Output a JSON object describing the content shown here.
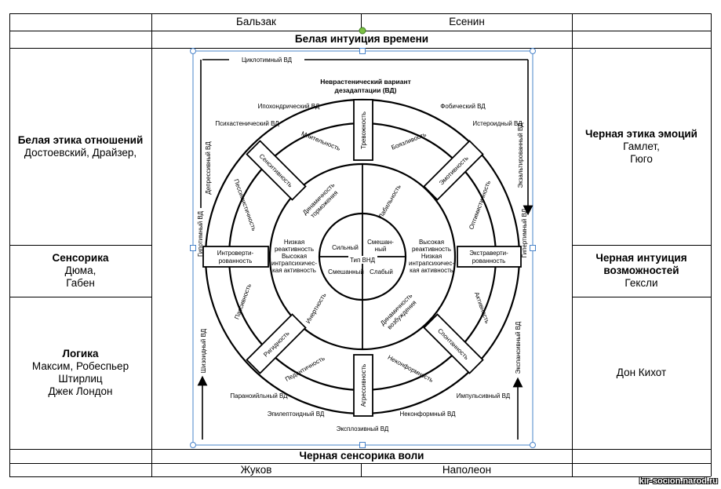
{
  "top": {
    "left_name": "Бальзак",
    "right_name": "Есенин",
    "function": "Белая интуиция времени"
  },
  "bottom": {
    "function": "Черная сенсорика воли",
    "left_name": "Жуков",
    "right_name": "Наполеон"
  },
  "left": {
    "ethics": {
      "title": "Белая этика отношений",
      "names": "Достоевский, Драйзер,"
    },
    "sensing": {
      "title": "Сенсорика",
      "names": [
        "Дюма,",
        "Габен"
      ]
    },
    "logic": {
      "title": "Логика",
      "names": [
        "Максим, Робеспьер",
        "Штирлиц",
        "Джек Лондон"
      ]
    }
  },
  "right": {
    "ethics": {
      "title": "Черная этика эмоций",
      "names": [
        "Гамлет,",
        "Гюго"
      ]
    },
    "intuition": {
      "title": [
        "Черная интуиция",
        "возможностей"
      ],
      "names": "Гексли"
    },
    "other": {
      "names": "Дон Кихот"
    }
  },
  "diagram": {
    "top_title": [
      "Неврастенический вариант",
      "дезадаптации (ВД)"
    ],
    "outer_labels": {
      "cyclothymic": "Циклотимный ВД",
      "depressive": "Депрессивный ВД",
      "hypothymic": "Гипотимный ВД",
      "schizoid": "Шизоидный ВД",
      "exaltive": "Экзальтированный ВД",
      "hyperthymic": "Гипертимный ВД",
      "expansive": "Экспансивный ВД",
      "hypochondriac": "Ипохондрический ВД",
      "psychasthenic": "Психастенический ВД",
      "phobic": "Фобический ВД",
      "hysteroid": "Истероидный ВД",
      "paranoid": "Параноийльный ВД",
      "epileptoid": "Эпилептоидный ВД",
      "explosive": "Эксплозивный ВД",
      "nonconform": "Неконформный ВД",
      "impulsive": "Импульсивный ВД"
    },
    "boxes": {
      "top": "Тревожность",
      "bottom": "Агрессивность",
      "left": [
        "Интроверти-",
        "рованность"
      ],
      "right": [
        "Экстраверти-",
        "рованность"
      ],
      "upper_left": "Сенситивность",
      "upper_right": "Эмотивность",
      "lower_left": "Ригидность",
      "lower_right": "Спонтанность"
    },
    "ring_labels": {
      "suspiciousness": "Мнительность",
      "fearfulness": "Боязливость",
      "pessimism": "Пессимистичность",
      "optimism": "Оптимистичность",
      "passivity": "Пассивность",
      "activity": "Активность",
      "pedantry": "Педантичность",
      "nonconformity": "Неконформность"
    },
    "inner_labels": {
      "lability": "Лабильность",
      "inertness": "Инертность",
      "dyn_inhibition": [
        "Динамичность",
        "торможения"
      ],
      "dyn_excitation": [
        "Динамичность",
        "возбуждения"
      ],
      "left_block": [
        "Низкая",
        "реактивность",
        "Высокая",
        "интрапсихичес-",
        "кая активность"
      ],
      "right_block": [
        "Высокая",
        "реактивность",
        "Низкая",
        "интрапсихичес-",
        "кая активность"
      ]
    },
    "core": {
      "strong": "Сильный",
      "mixed_tr": [
        "Смешан-",
        "ный"
      ],
      "mixed_bl": "Смешанный",
      "weak": "Слабый",
      "center": "Тип ВНД"
    }
  },
  "watermark": "kir-socion.narod.ru"
}
